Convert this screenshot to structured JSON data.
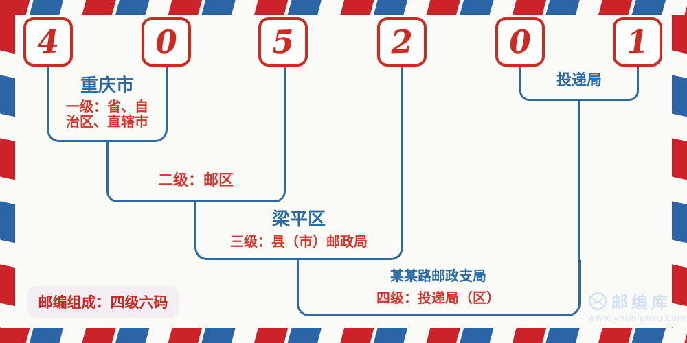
{
  "code": {
    "digits": [
      "4",
      "0",
      "5",
      "2",
      "0",
      "1"
    ]
  },
  "levels": {
    "level1": {
      "region_name": "重庆市",
      "description": "一级：省、自\n治区、直辖市"
    },
    "level2": {
      "description": "二级：邮区"
    },
    "level3": {
      "region_name": "梁平区",
      "description": "三级：县（市）邮政局"
    },
    "level4": {
      "branch_name": "某某路邮政支局",
      "description": "四级：投递局（区）"
    },
    "delivery": {
      "label": "投递局"
    }
  },
  "footer": {
    "composition": "邮编组成：四级六码"
  },
  "watermark": {
    "icon": "envelope-circle-icon",
    "brand": "邮编库",
    "url": "www.youbianku.com"
  },
  "colors": {
    "digit_red": "#cf2a22",
    "text_red": "#d6352b",
    "line_blue": "#2b6aa3",
    "stripe_red": "#cc2229",
    "stripe_blue": "#2b65a5",
    "background": "#fafaf7"
  }
}
